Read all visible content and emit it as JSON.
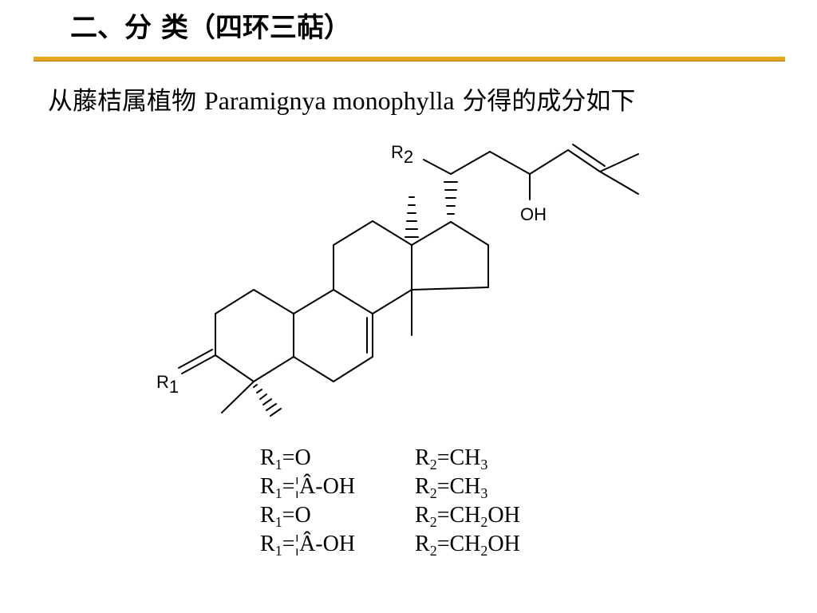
{
  "header": {
    "title": "二、分  类（四环三萜）"
  },
  "intro": {
    "text_before": "从藤桔属植物",
    "species": "Paramignya monophylla",
    "text_after": "分得的成分如下"
  },
  "structure": {
    "labels": {
      "r1": "R",
      "r1_sub": "1",
      "r2": "R",
      "r2_sub": "2",
      "oh": "OH"
    }
  },
  "substituents": [
    {
      "r1_sym": "R",
      "r1_sub": "1",
      "r1_val": "=O",
      "r2_sym": "R",
      "r2_sub": "2",
      "r2_val_a": "=CH",
      "r2_val_sub": "3",
      "r2_val_b": ""
    },
    {
      "r1_sym": "R",
      "r1_sub": "1",
      "r1_val": "=¦Â-OH",
      "r2_sym": "R",
      "r2_sub": "2",
      "r2_val_a": "=CH",
      "r2_val_sub": "3",
      "r2_val_b": ""
    },
    {
      "r1_sym": "R",
      "r1_sub": "1",
      "r1_val": "=O",
      "r2_sym": "R",
      "r2_sub": "2",
      "r2_val_a": "=CH",
      "r2_val_sub": "2",
      "r2_val_b": "OH"
    },
    {
      "r1_sym": "R",
      "r1_sub": "1",
      "r1_val": "=¦Â-OH",
      "r2_sym": "R",
      "r2_sub": "2",
      "r2_val_a": "=CH",
      "r2_val_sub": "2",
      "r2_val_b": "OH"
    }
  ]
}
